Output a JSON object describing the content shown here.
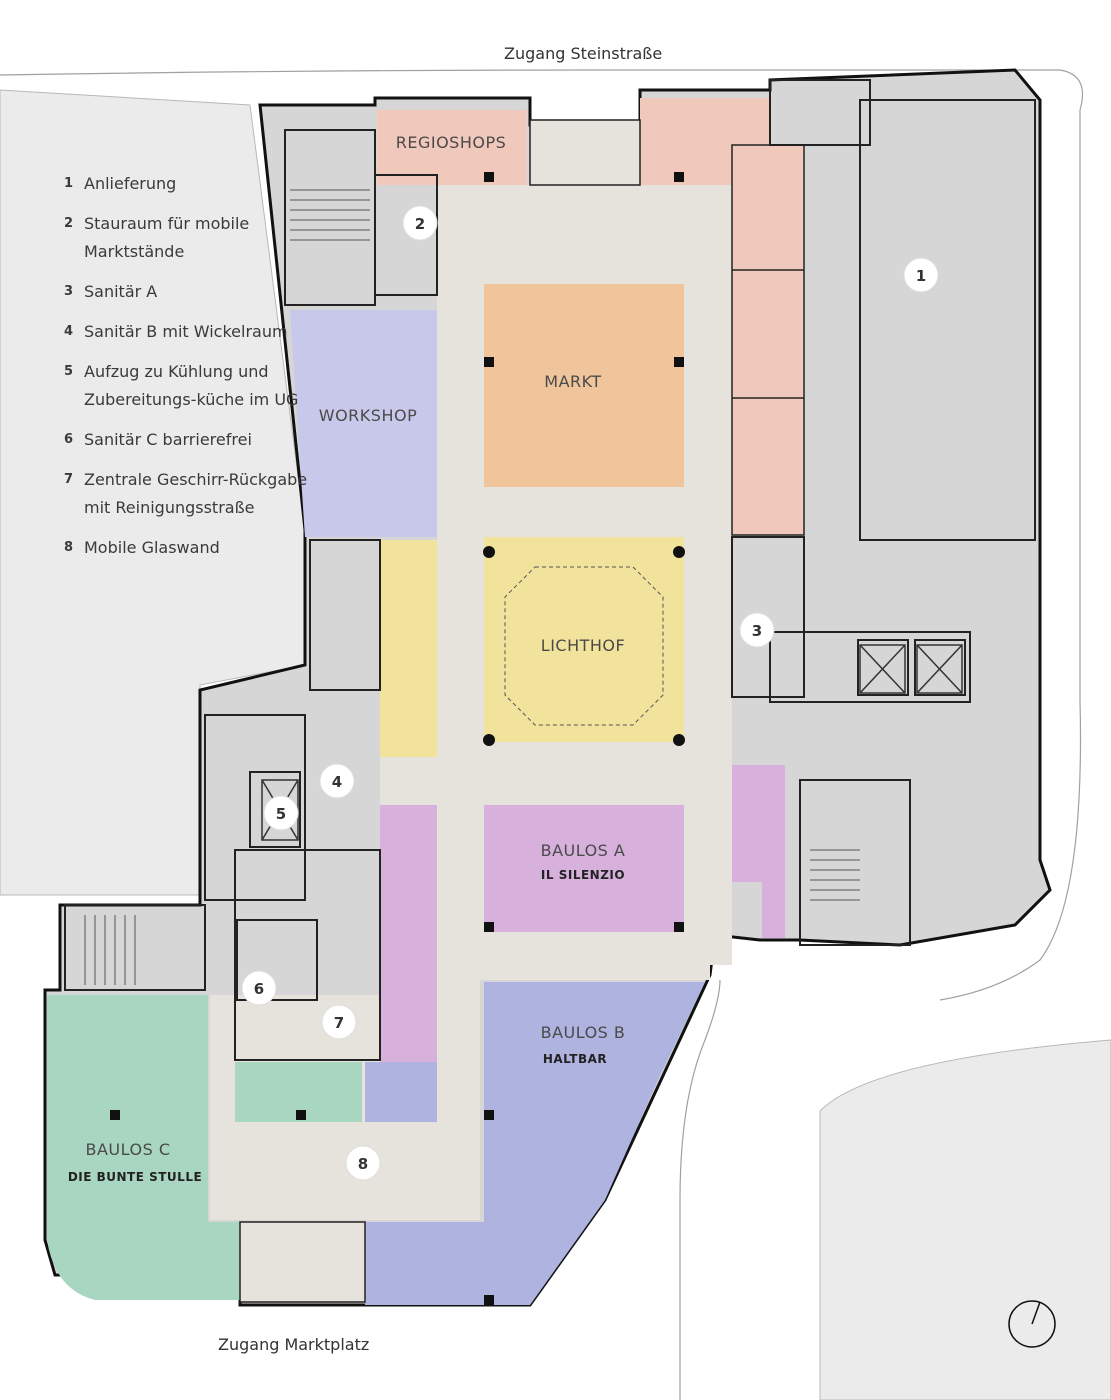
{
  "entrances": {
    "top": "Zugang Steinstraße",
    "bottom": "Zugang Marktplatz"
  },
  "legend": [
    {
      "num": "1",
      "text": "Anlieferung"
    },
    {
      "num": "2",
      "text": "Stauraum für mobile Marktstände"
    },
    {
      "num": "3",
      "text": "Sanitär A"
    },
    {
      "num": "4",
      "text": "Sanitär B mit Wickelraum"
    },
    {
      "num": "5",
      "text": "Aufzug zu Kühlung und Zubereitungs-küche im UG"
    },
    {
      "num": "6",
      "text": "Sanitär C barrierefrei"
    },
    {
      "num": "7",
      "text": "Zentrale Geschirr-Rückgabe mit Reinigungsstraße"
    },
    {
      "num": "8",
      "text": "Mobile Glaswand"
    }
  ],
  "rooms": {
    "regioshops": {
      "label": "REGIOSHOPS",
      "color": "#f1c8bc"
    },
    "workshop": {
      "label": "WORKSHOP",
      "color": "#c8c9ea"
    },
    "markt": {
      "label": "MARKT",
      "color": "#f0c59b"
    },
    "lichthof": {
      "label": "LICHTHOF",
      "color": "#f2e39c"
    },
    "baulos_a": {
      "label": "BAULOS A",
      "sub": "IL SILENZIO",
      "color": "#d7b0dc"
    },
    "baulos_b": {
      "label": "BAULOS B",
      "sub": "HALTBAR",
      "color": "#afb3df"
    },
    "baulos_c": {
      "label": "BAULOS C",
      "sub": "DIE BUNTE STULLE",
      "color": "#a8d6c0"
    }
  },
  "markers": [
    "1",
    "2",
    "3",
    "4",
    "5",
    "6",
    "7",
    "8"
  ],
  "colors": {
    "hall": "#e6e3dc",
    "service": "#d4d4d4",
    "outside": "#e9e9e9",
    "wall": "#111111"
  }
}
